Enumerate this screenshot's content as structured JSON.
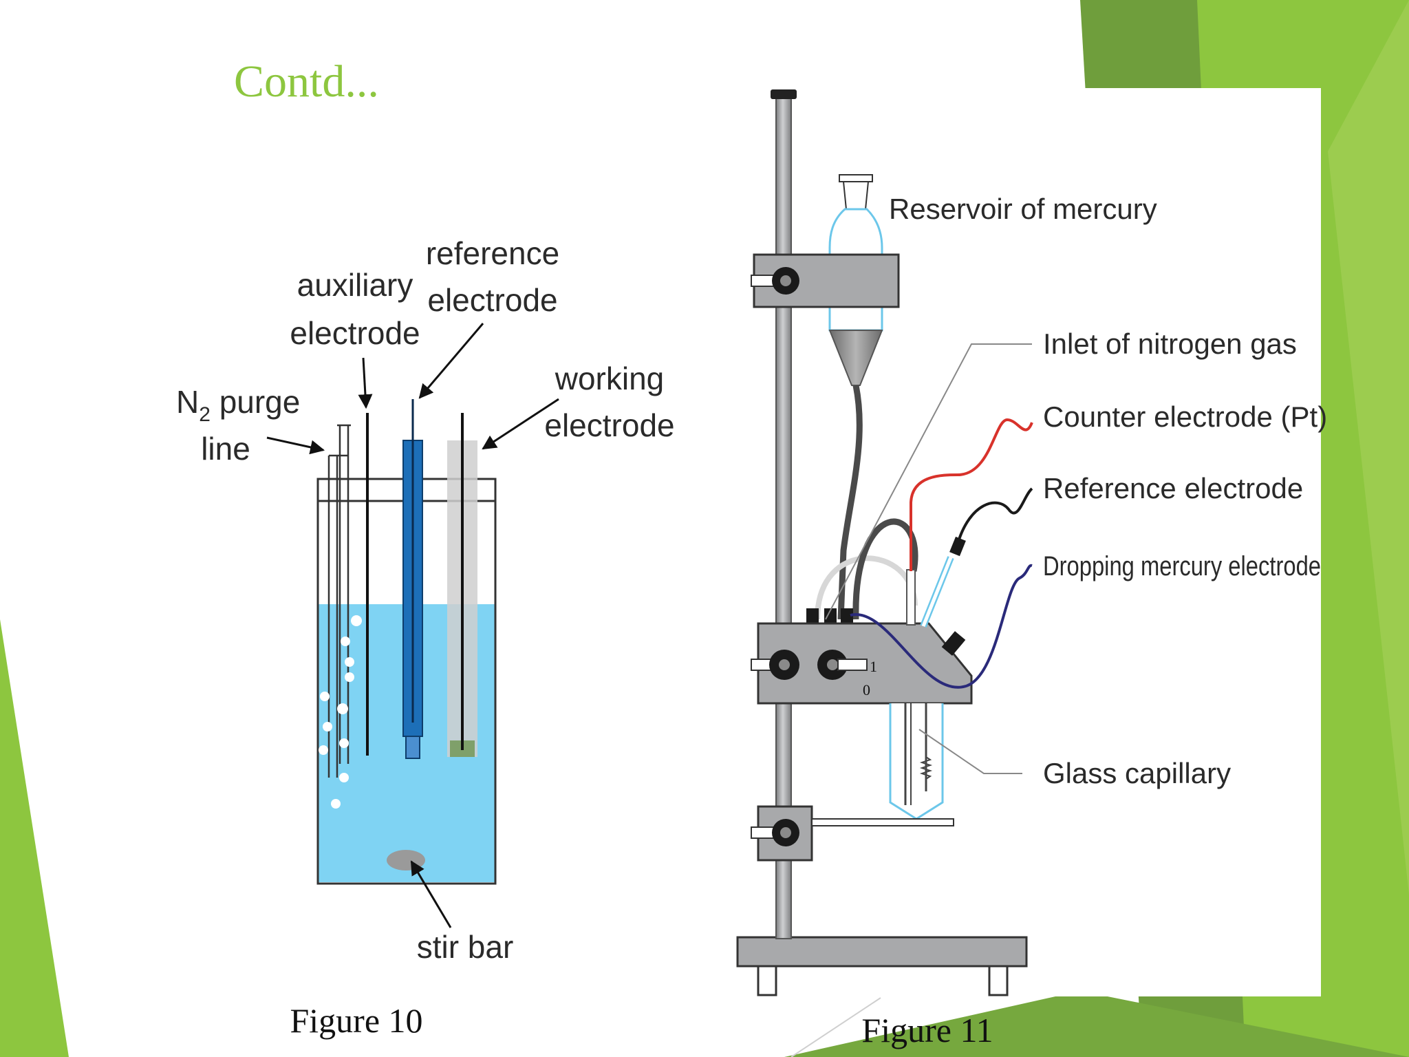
{
  "slide": {
    "title": "Contd...",
    "title_color": "#8dc63f",
    "accent_colors": [
      "#8dc63f",
      "#6f9e3c",
      "#a5d15a"
    ]
  },
  "figure10": {
    "caption": "Figure 10",
    "labels": {
      "auxiliary_line1": "auxiliary",
      "auxiliary_line2": "electrode",
      "reference_line1": "reference",
      "reference_line2": "electrode",
      "working_line1": "working",
      "working_line2": "electrode",
      "purge_n": "N",
      "purge_sub": "2",
      "purge_rest": " purge",
      "purge_line2": "line",
      "stir_bar": "stir bar"
    },
    "colors": {
      "solution": "#7fd3f3",
      "reference_electrode": "#1d6fb8"
    }
  },
  "figure11": {
    "caption": "Figure 11",
    "labels": {
      "reservoir": "Reservoir of mercury",
      "nitrogen_inlet": "Inlet of nitrogen gas",
      "counter": "Counter electrode (Pt)",
      "reference": "Reference electrode",
      "dme": "Dropping mercury electrode",
      "capillary": "Glass capillary",
      "switch_on": "1",
      "switch_off": "0"
    },
    "colors": {
      "counter_wire": "#d8322b",
      "reference_wire": "#1a1a1a",
      "dme_wire": "#2a2a7a",
      "stand": "#a8a9ab"
    }
  }
}
